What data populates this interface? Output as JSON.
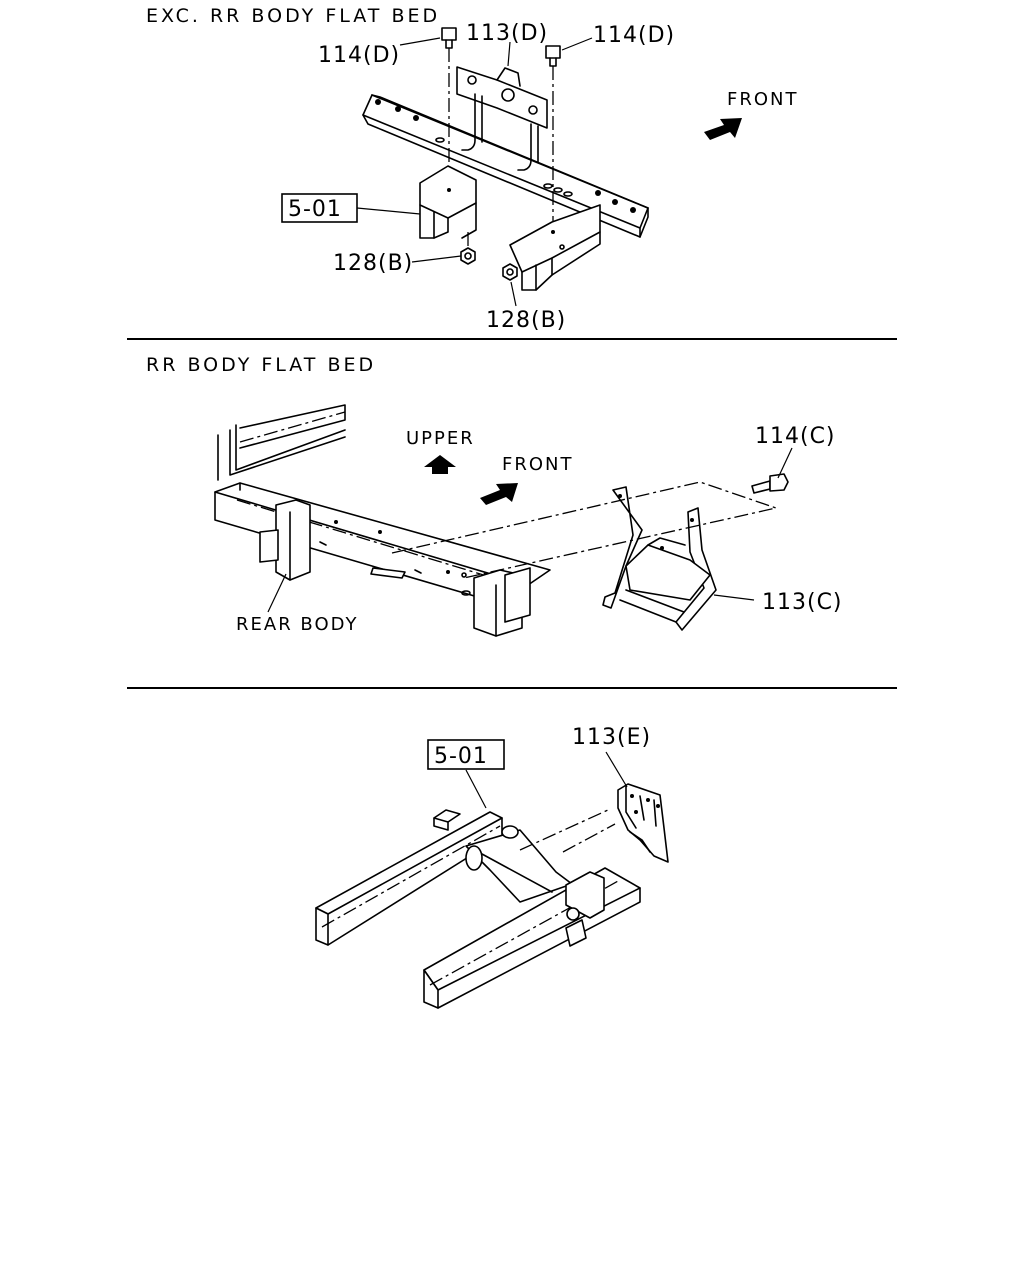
{
  "sections": [
    {
      "heading": "EXC. RR BODY FLAT BED",
      "labels": {
        "bolt_left": "114(D)",
        "bracket": "113(D)",
        "bolt_right": "114(D)",
        "ref_box": "5-01",
        "nut_left": "128(B)",
        "nut_bottom": "128(B)",
        "front": "FRONT"
      }
    },
    {
      "heading": "RR BODY FLAT BED",
      "labels": {
        "upper": "UPPER",
        "front": "FRONT",
        "bolt": "114(C)",
        "bracket": "113(C)",
        "rear_body": "REAR BODY"
      }
    },
    {
      "heading": "",
      "labels": {
        "ref_box": "5-01",
        "bracket": "113(E)"
      }
    }
  ]
}
